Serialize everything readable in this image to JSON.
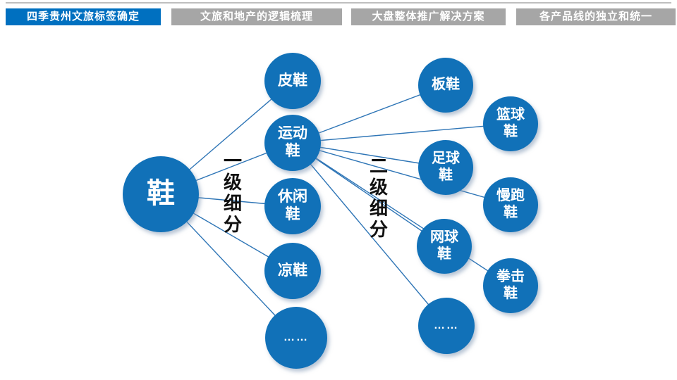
{
  "tabs": [
    {
      "label": "四季贵州文旅标签确定",
      "active": true
    },
    {
      "label": "文旅和地产的逻辑梳理",
      "active": false
    },
    {
      "label": "大盘整体推广解决方案",
      "active": false
    },
    {
      "label": "各产品线的独立和统一",
      "active": false
    }
  ],
  "diagram": {
    "root": {
      "label": "鞋"
    },
    "level1_caption": "一级细分",
    "level2_caption": "二级细分",
    "level1": [
      {
        "label": "皮鞋"
      },
      {
        "label": "运动鞋"
      },
      {
        "label": "休闲鞋"
      },
      {
        "label": "凉鞋"
      },
      {
        "label": "……"
      }
    ],
    "level2": [
      {
        "label": "板鞋"
      },
      {
        "label": "篮球鞋"
      },
      {
        "label": "足球鞋"
      },
      {
        "label": "慢跑鞋"
      },
      {
        "label": "网球鞋"
      },
      {
        "label": "拳击鞋"
      },
      {
        "label": "……"
      }
    ]
  },
  "colors": {
    "node_blue": "#1171B8",
    "active_tab_blue": "#0070C0",
    "inactive_tab_gray": "#A6A6A6",
    "connector_blue": "#2E75B6",
    "top_rule_gray": "#BFBFBF"
  }
}
